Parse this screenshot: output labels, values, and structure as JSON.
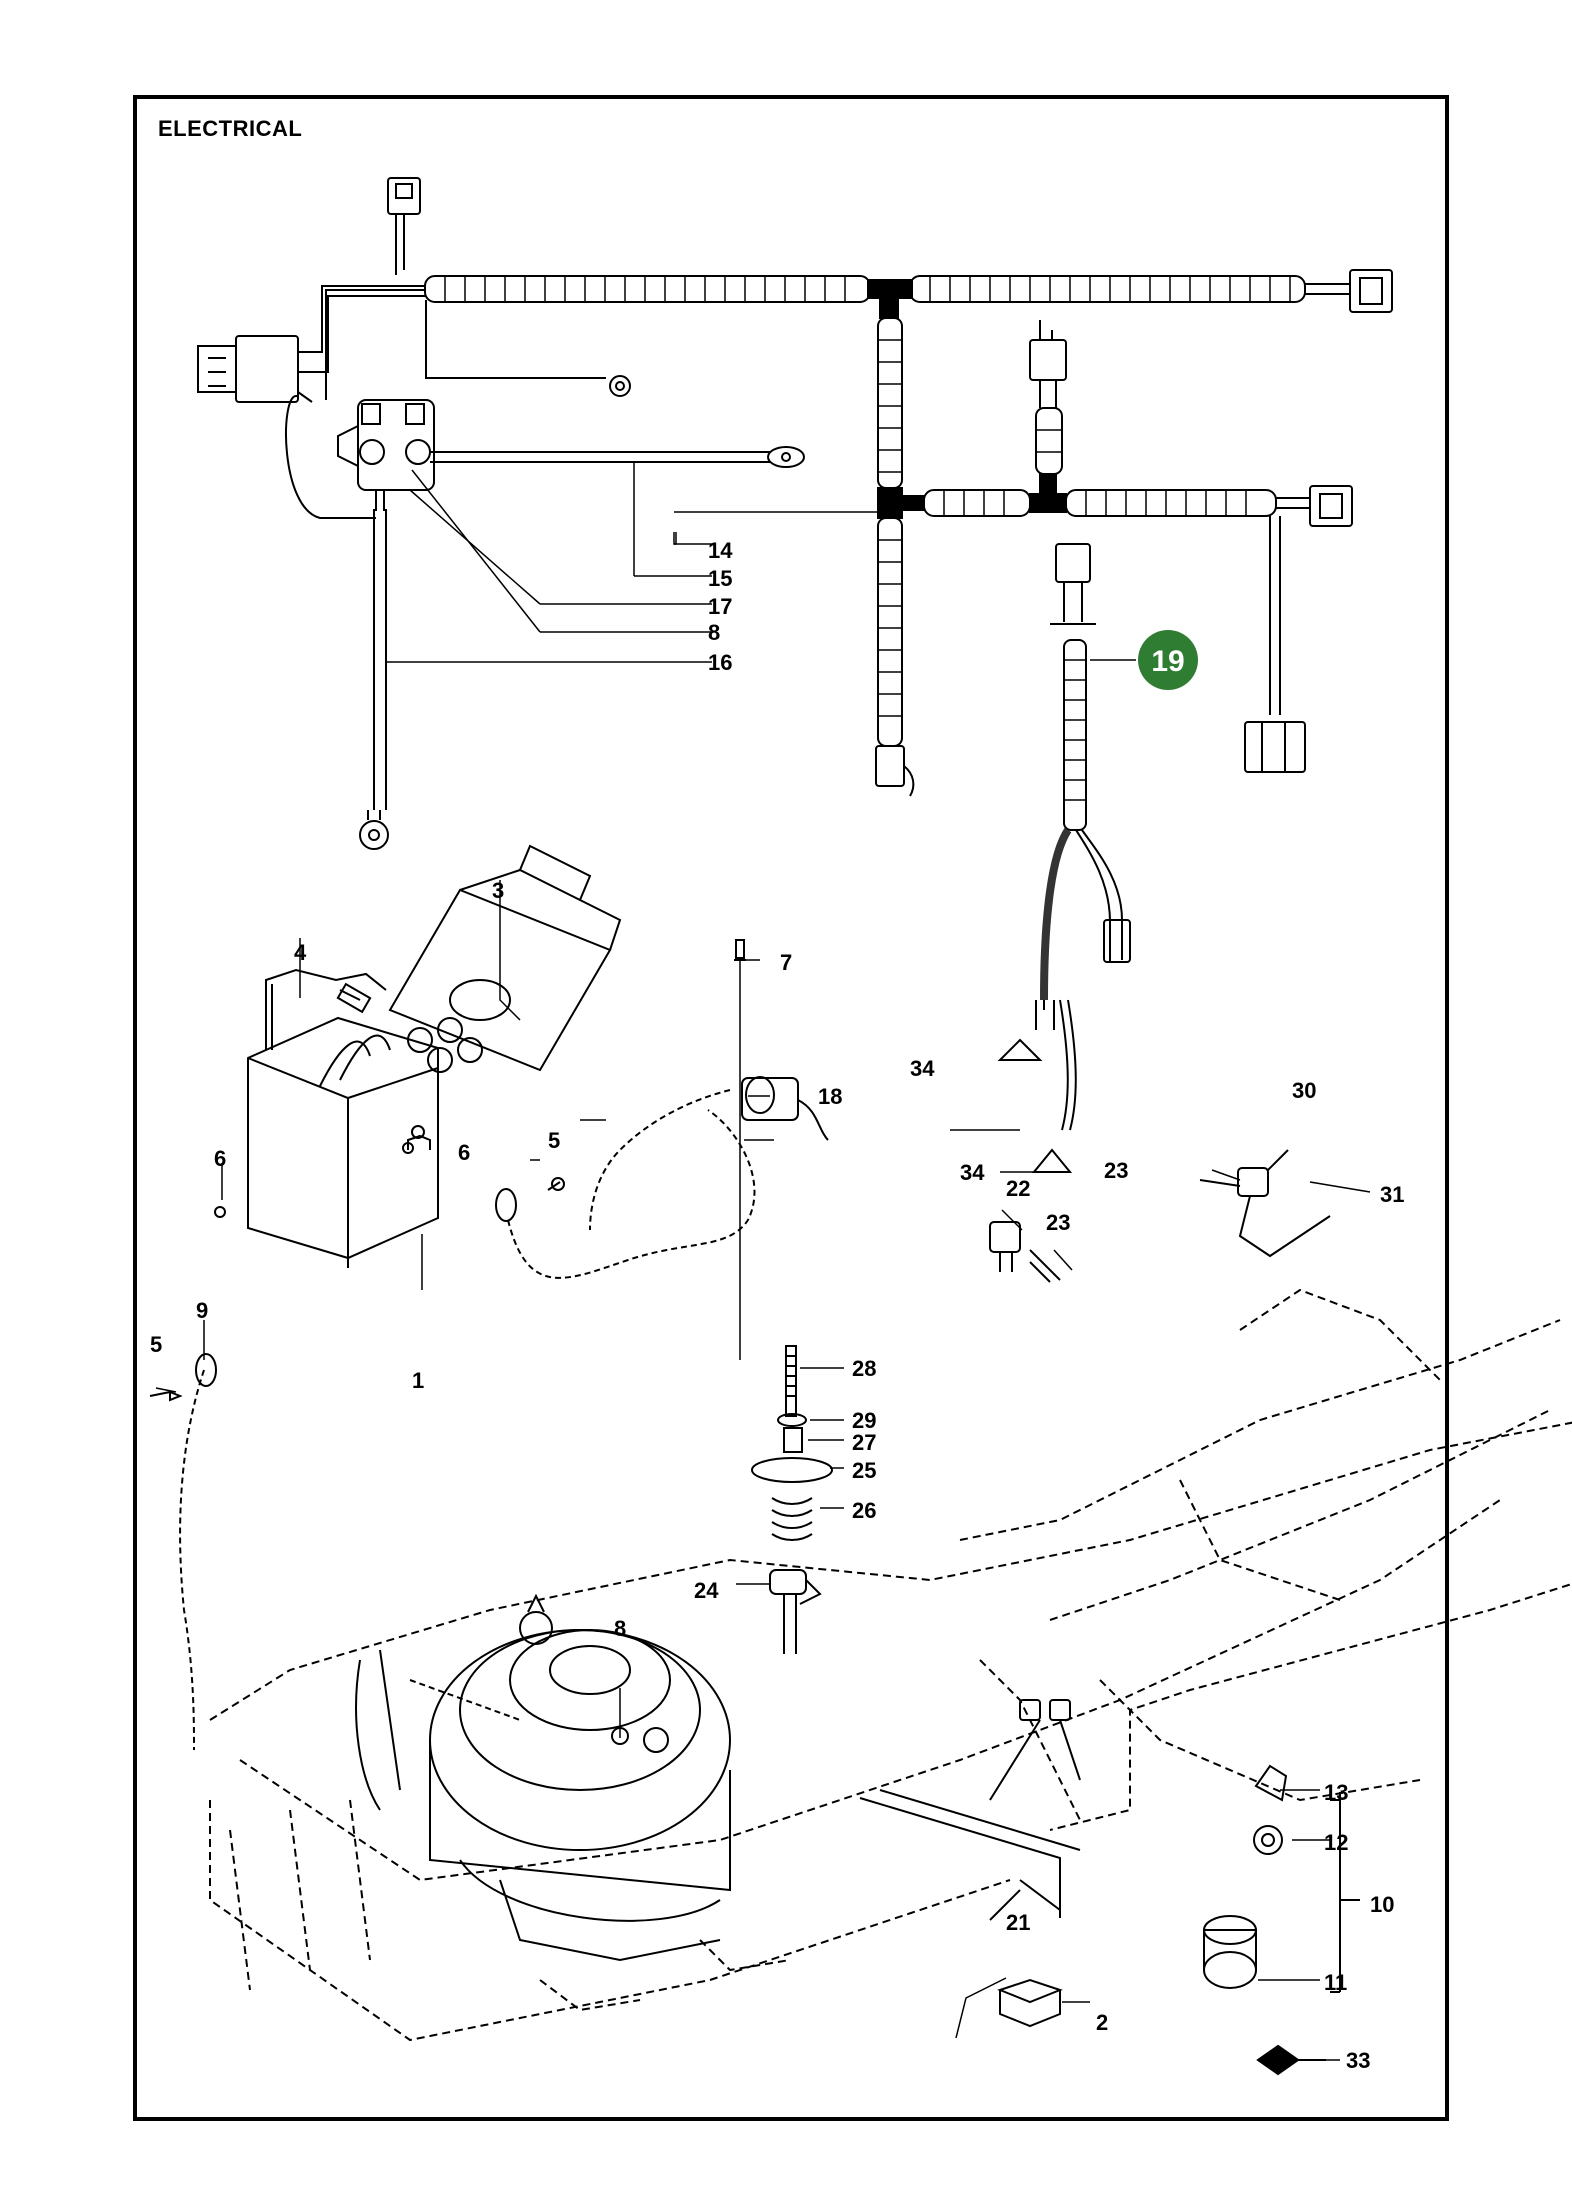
{
  "title": "ELECTRICAL",
  "highlight_color": "#2e7d32",
  "highlight_label": "19",
  "labels": {
    "l1": "1",
    "l2": "2",
    "l3": "3",
    "l4": "4",
    "l5a": "5",
    "l5b": "5",
    "l6a": "6",
    "l6b": "6",
    "l7": "7",
    "l8a": "8",
    "l8b": "8",
    "l9": "9",
    "l10": "10",
    "l11": "11",
    "l12": "12",
    "l13": "13",
    "l14": "14",
    "l15": "15",
    "l16": "16",
    "l17": "17",
    "l18": "18",
    "l21": "21",
    "l22": "22",
    "l23a": "23",
    "l23b": "23",
    "l24": "24",
    "l25": "25",
    "l26": "26",
    "l27": "27",
    "l28": "28",
    "l29": "29",
    "l30": "30",
    "l31": "31",
    "l33": "33",
    "l34a": "34",
    "l34b": "34"
  }
}
